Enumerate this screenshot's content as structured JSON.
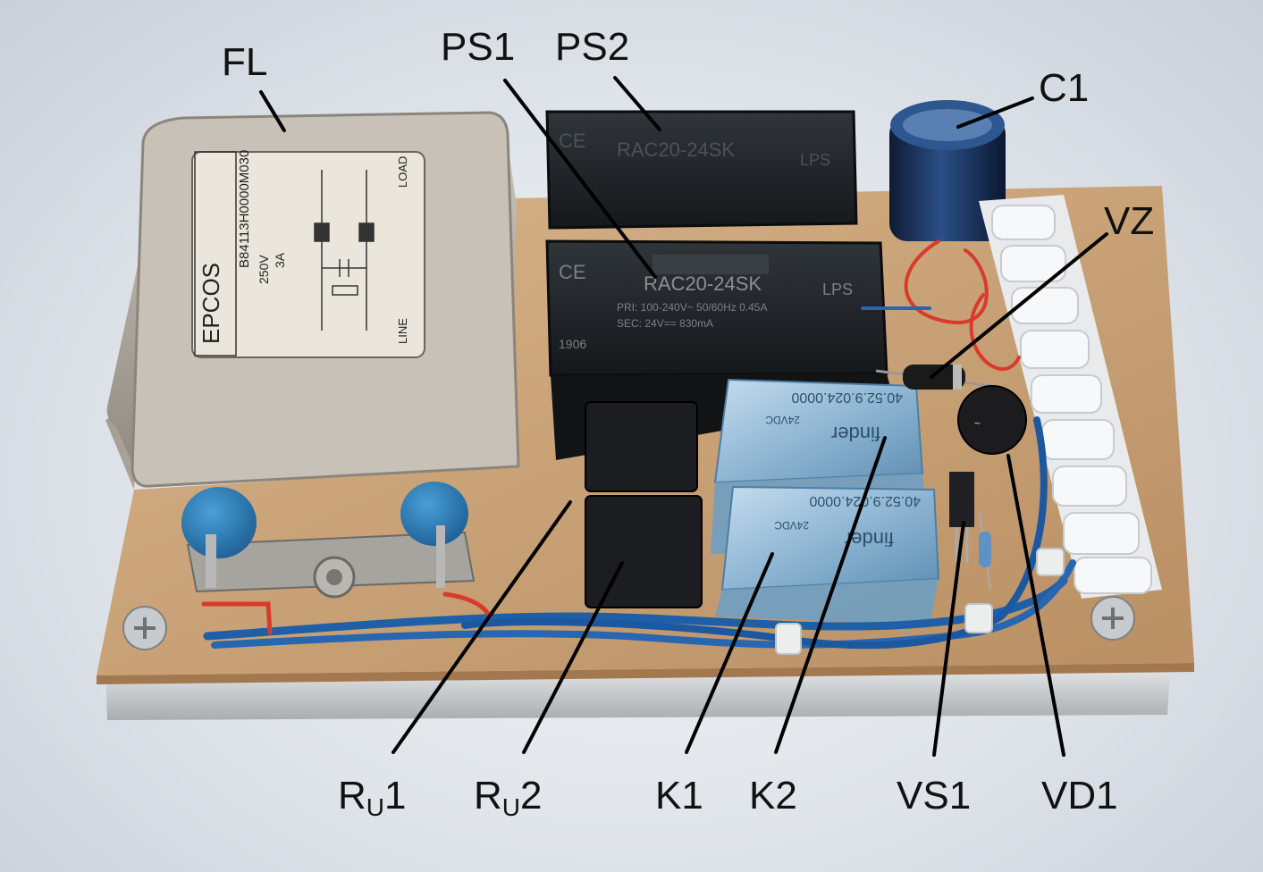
{
  "labels": {
    "fl": "FL",
    "ps1": "PS1",
    "ps2": "PS2",
    "c1": "C1",
    "vz": "VZ",
    "ru1_main": "R",
    "ru1_sub": "U",
    "ru1_num": "1",
    "ru2_main": "R",
    "ru2_sub": "U",
    "ru2_num": "2",
    "k1": "K1",
    "k2": "K2",
    "vs1": "VS1",
    "vd1": "VD1"
  },
  "markings": {
    "filter_brand": "EPCOS",
    "filter_part": "B84113H0000M030",
    "filter_v": "250V",
    "filter_a": "3A",
    "filter_load": "LOAD",
    "filter_line": "LINE",
    "ps_model_top": "RAC20-24SK",
    "ps_model_bottom": "RAC20-24SK",
    "ps_pri": "PRI: 100-240V~ 50/60Hz 0.45A",
    "ps_sec": "SEC: 24V== 830mA",
    "ps_date": "1906",
    "ps_lps": "LPS",
    "relay_code_1": "40.52.9.024.0000",
    "relay_code_2": "40.52.9.024.0000",
    "relay_brand": "finder",
    "relay_vdc": "24VDC"
  },
  "colors": {
    "pcb": "#c9a57e",
    "filter_metal": "#bfb8ad",
    "psu": "#232628",
    "relay": "#8fb6d3",
    "wire_blue": "#1f5fa8",
    "wire_red": "#d93a2b",
    "aluminium": "#d9dbdc"
  }
}
